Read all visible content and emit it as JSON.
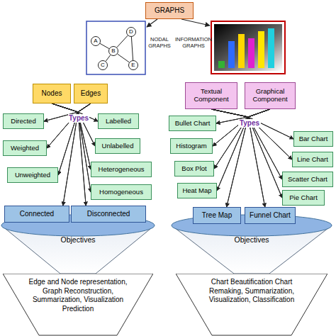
{
  "diagram": {
    "nodes": [
      {
        "text": [
          "GRAPHS"
        ]
      },
      {
        "text": [
          "A"
        ]
      },
      {
        "text": [
          "B"
        ]
      },
      {
        "text": [
          "C"
        ]
      },
      {
        "text": [
          "D"
        ]
      },
      {
        "text": [
          "E"
        ]
      },
      {
        "text": [
          "Nodes"
        ]
      },
      {
        "text": [
          "Edges"
        ]
      },
      {
        "text": [
          "Textual Component"
        ]
      },
      {
        "text": [
          "Graphical Component"
        ]
      },
      {
        "text": [
          "Directed"
        ]
      },
      {
        "text": [
          "Weighted"
        ]
      },
      {
        "text": [
          "Unweighted"
        ]
      },
      {
        "text": [
          "Labelled"
        ]
      },
      {
        "text": [
          "Unlabelled"
        ]
      },
      {
        "text": [
          "Heterogeneous"
        ]
      },
      {
        "text": [
          "Homogeneous"
        ]
      },
      {
        "text": [
          "Connected"
        ]
      },
      {
        "text": [
          "Disconnected"
        ]
      },
      {
        "text": [
          "Bullet Chart"
        ]
      },
      {
        "text": [
          "Histogram"
        ]
      },
      {
        "text": [
          "Box Plot"
        ]
      },
      {
        "text": [
          "Heat Map"
        ]
      },
      {
        "text": [
          "Tree Map"
        ]
      },
      {
        "text": [
          "Funnel Chart"
        ]
      },
      {
        "text": [
          "Bar Chart"
        ]
      },
      {
        "text": [
          "Line Chart"
        ]
      },
      {
        "text": [
          "Scatter Chart"
        ]
      },
      {
        "text": [
          "Pie Chart"
        ]
      },
      {
        "text": [
          "Objectives"
        ]
      },
      {
        "text": [
          "Objectives"
        ]
      },
      {
        "text": [
          "Edge and Node representation, Graph Reconstruction, Summarization, Visualization Prediction"
        ]
      },
      {
        "text": [
          "Chart Beautification Chart Remaking, Summarization, Visualization, Classification"
        ]
      }
    ],
    "edges": [
      {
        "from": 1,
        "to": 2,
        "arrow": "none"
      },
      {
        "from": 2,
        "to": 3,
        "arrow": "none"
      },
      {
        "from": 2,
        "to": 4,
        "arrow": "none"
      },
      {
        "from": 2,
        "to": 5,
        "arrow": "none"
      },
      {
        "from": 4,
        "to": 5,
        "arrow": "none"
      },
      {
        "from": 6,
        "to": 10,
        "arrow": "to"
      },
      {
        "from": 6,
        "to": 11,
        "arrow": "to"
      },
      {
        "from": 6,
        "to": 12,
        "arrow": "to"
      },
      {
        "from": 6,
        "to": 13,
        "arrow": "to"
      },
      {
        "from": 6,
        "to": 14,
        "arrow": "to"
      },
      {
        "from": 6,
        "to": 15,
        "arrow": "to"
      },
      {
        "from": 6,
        "to": 16,
        "arrow": "to"
      },
      {
        "from": 6,
        "to": 17,
        "arrow": "to"
      },
      {
        "from": 6,
        "to": 18,
        "arrow": "to"
      },
      {
        "from": 7,
        "to": 10,
        "arrow": "to"
      },
      {
        "from": 7,
        "to": 11,
        "arrow": "to"
      },
      {
        "from": 7,
        "to": 12,
        "arrow": "to"
      },
      {
        "from": 7,
        "to": 13,
        "arrow": "to"
      },
      {
        "from": 7,
        "to": 14,
        "arrow": "to"
      },
      {
        "from": 7,
        "to": 15,
        "arrow": "to"
      },
      {
        "from": 7,
        "to": 16,
        "arrow": "to"
      },
      {
        "from": 7,
        "to": 17,
        "arrow": "to"
      },
      {
        "from": 7,
        "to": 18,
        "arrow": "to"
      },
      {
        "from": 8,
        "to": 19,
        "arrow": "to"
      },
      {
        "from": 8,
        "to": 20,
        "arrow": "to"
      },
      {
        "from": 8,
        "to": 21,
        "arrow": "to"
      },
      {
        "from": 8,
        "to": 22,
        "arrow": "to"
      },
      {
        "from": 8,
        "to": 23,
        "arrow": "to"
      },
      {
        "from": 8,
        "to": 24,
        "arrow": "to"
      },
      {
        "from": 8,
        "to": 25,
        "arrow": "to"
      },
      {
        "from": 8,
        "to": 26,
        "arrow": "to"
      },
      {
        "from": 8,
        "to": 27,
        "arrow": "to"
      },
      {
        "from": 8,
        "to": 28,
        "arrow": "to"
      },
      {
        "from": 9,
        "to": 19,
        "arrow": "to"
      },
      {
        "from": 9,
        "to": 20,
        "arrow": "to"
      },
      {
        "from": 9,
        "to": 21,
        "arrow": "to"
      },
      {
        "from": 9,
        "to": 22,
        "arrow": "to"
      },
      {
        "from": 9,
        "to": 23,
        "arrow": "to"
      },
      {
        "from": 9,
        "to": 24,
        "arrow": "to"
      },
      {
        "from": 9,
        "to": 25,
        "arrow": "to"
      },
      {
        "from": 9,
        "to": 26,
        "arrow": "to"
      },
      {
        "from": 9,
        "to": 27,
        "arrow": "to"
      },
      {
        "from": 9,
        "to": 28,
        "arrow": "to"
      }
    ],
    "labels": [
      "NODAL GRAPHS",
      "INFORMATION GRAPHS",
      "Types",
      "Types"
    ]
  }
}
